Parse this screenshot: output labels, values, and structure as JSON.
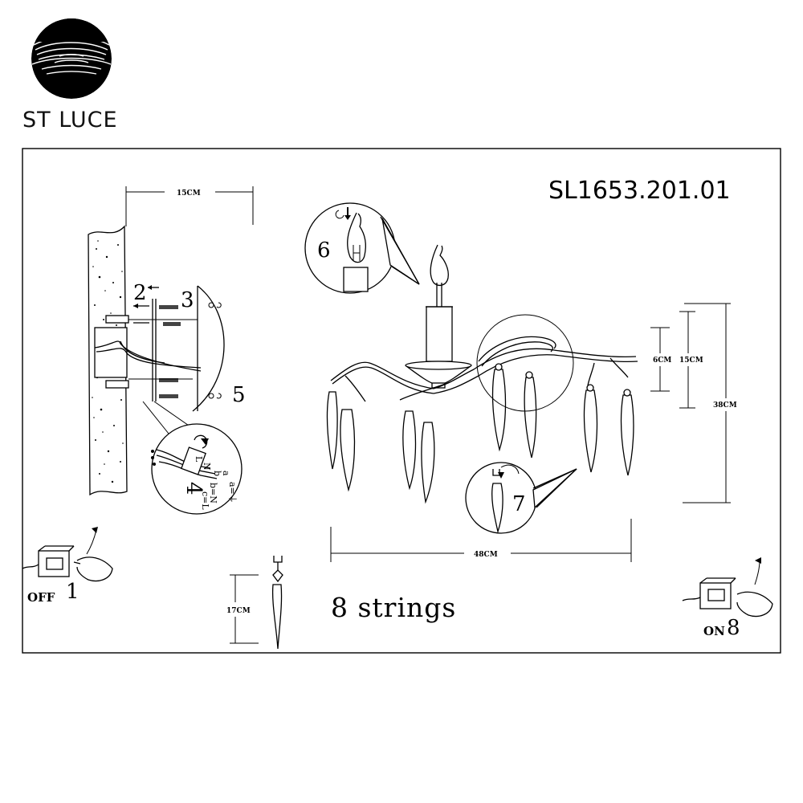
{
  "brand": {
    "name": "ST LUCE",
    "logo_icon": "st-luce-swirl-logo"
  },
  "model": "SL1653.201.01",
  "dimensions": {
    "wall_depth": "15CM",
    "small_height": "6CM",
    "mid_height": "15CM",
    "total_height": "38CM",
    "width": "48CM",
    "pendant_length": "17CM"
  },
  "steps": {
    "s1": "1",
    "s2": "2",
    "s3": "3",
    "s4": "4",
    "s5": "5",
    "s6": "6",
    "s7": "7",
    "s8": "8"
  },
  "switch_off": "OFF",
  "switch_on": "ON",
  "strings_label": "8 strings",
  "wire_labels": {
    "l": "L",
    "n": "N",
    "b": "b",
    "a": "a",
    "bn": "b=N",
    "cl": "c=L",
    "ground": "a=⏚"
  }
}
